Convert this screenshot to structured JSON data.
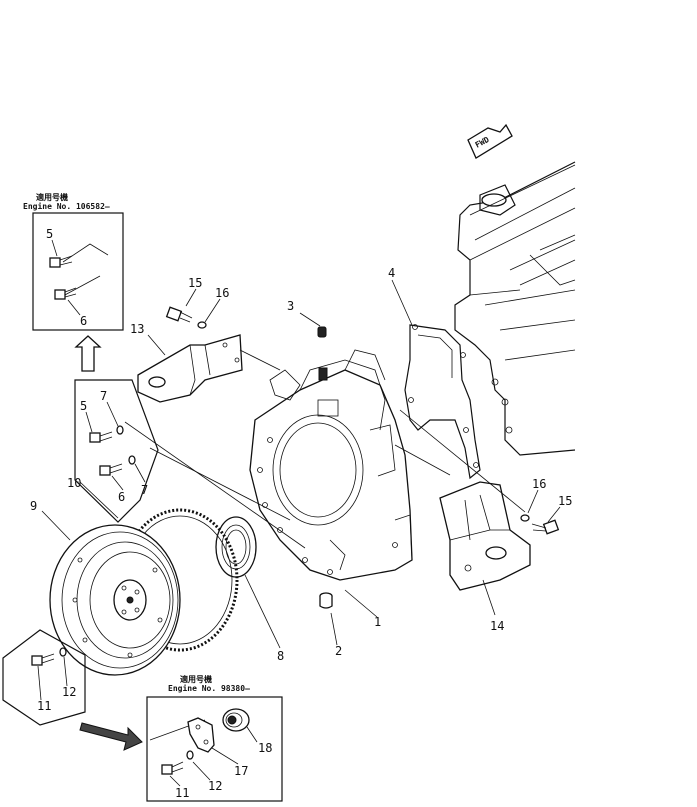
{
  "fwd_tag": "FWD",
  "inset_top": {
    "caption_jp": "適用号機",
    "caption": "Engine No. 106582–",
    "labels": [
      "5",
      "6"
    ]
  },
  "inset_bottom": {
    "caption_jp": "適用号機",
    "caption": "Engine No. 98380–",
    "labels": [
      "18",
      "17",
      "12",
      "11"
    ]
  },
  "inset_bolt": {
    "labels": [
      "11",
      "12"
    ]
  },
  "inset_mid": {
    "labels": [
      "5",
      "7",
      "6",
      "7"
    ]
  },
  "callouts": [
    "1",
    "2",
    "3",
    "4",
    "8",
    "9",
    "10",
    "13",
    "14",
    "15",
    "16",
    "15",
    "16"
  ],
  "part_names": [
    "flywheel-housing",
    "plug",
    "plug",
    "gasket",
    "seal",
    "flywheel",
    "ring-gear",
    "mount-bracket-left",
    "mount-bracket-right",
    "bolt",
    "washer"
  ]
}
